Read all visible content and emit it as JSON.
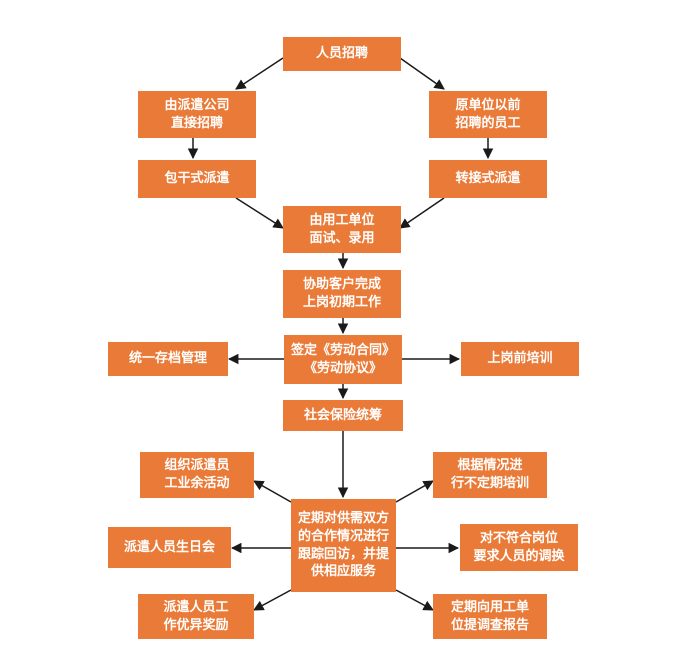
{
  "nodes": {
    "recruit": "人员招聘",
    "agency_direct": "由派遣公司\n直接招聘",
    "former_staff": "原单位以前\n招聘的员工",
    "full_dispatch": "包干式派遣",
    "transfer_dispatch": "转接式派遣",
    "employer_interview": "由用工单位\n面试、录用",
    "assist_client": "协助客户完成\n上岗初期工作",
    "sign_contract": "签定《劳动合同》\n《劳动协议》",
    "archive_mgmt": "统一存档管理",
    "pre_job_training": "上岗前培训",
    "social_insurance": "社会保险统筹",
    "regular_followup": "定期对供需双方\n的合作情况进行\n跟踪回访，并提\n供相应服务",
    "leisure_activities": "组织派遣员\n工业余活动",
    "irregular_training": "根据情况进\n行不定期培训",
    "birthday_party": "派遣人员生日会",
    "reassign": "对不符合岗位\n要求人员的调换",
    "excellence_award": "派遣人员工\n作优异奖励",
    "survey_report": "定期向用工单\n位提调查报告"
  },
  "colors": {
    "box": "#ea7a37",
    "text": "#ffffff",
    "arrow": "#1a1a1a"
  }
}
